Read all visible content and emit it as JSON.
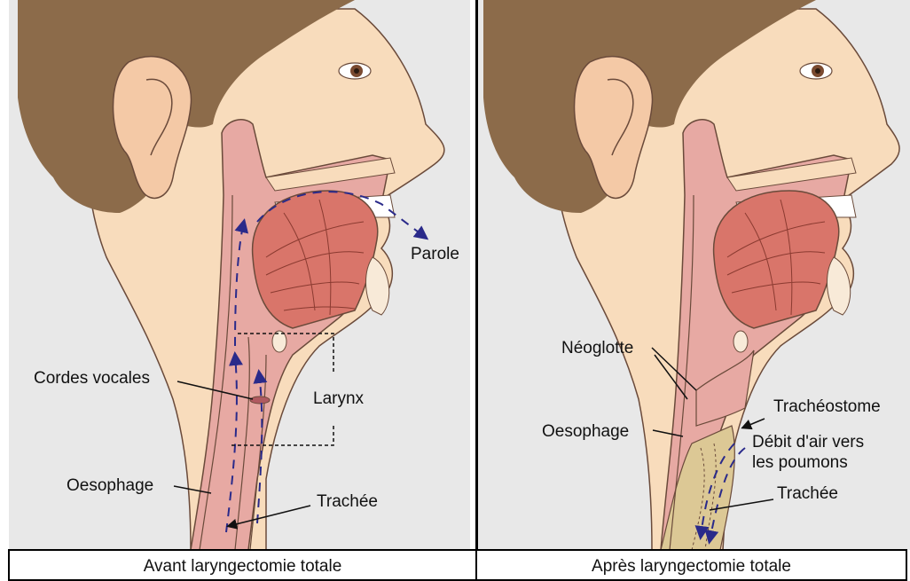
{
  "panels": [
    {
      "caption": "Avant laryngectomie totale",
      "labels": {
        "parole": "Parole",
        "cordes_vocales": "Cordes vocales",
        "larynx": "Larynx",
        "oesophage": "Oesophage",
        "trachee": "Trachée"
      }
    },
    {
      "caption": "Après laryngectomie totale",
      "labels": {
        "neoglotte": "Néoglotte",
        "tracheostome": "Trachéostome",
        "oesophage": "Oesophage",
        "debit_line1": "Débit d'air vers",
        "debit_line2": "les poumons",
        "trachee": "Trachée"
      }
    }
  ],
  "colors": {
    "background": "#e8e8e8",
    "skin": "#f8dcbc",
    "hair": "#8c6b4a",
    "tissue": "#e7a9a3",
    "muscle": "#d9756a",
    "trachea_after": "#dcc895",
    "arrow": "#2a2a8a"
  }
}
